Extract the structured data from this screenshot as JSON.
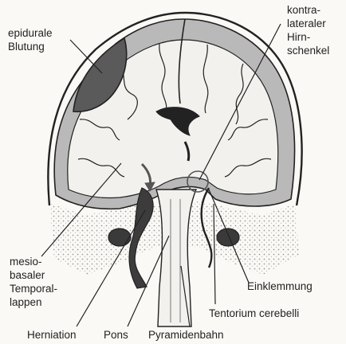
{
  "labels": {
    "epidural": "epidurale\nBlutung",
    "kontra": "kontra-\nlateraler\nHirn-\nschenkel",
    "mesio": "mesio-\nbasaler\nTemporal-\nlappen",
    "herniation": "Herniation",
    "pons": "Pons",
    "pyramidenbahn": "Pyramidenbahn",
    "tentorium": "Tentorium cerebelli",
    "einklemmung": "Einklemmung"
  },
  "colors": {
    "hematoma": "#5a5a5a",
    "cortex": "#b9b9b9",
    "white_matter": "#f2f1ee",
    "outline": "#222222",
    "background": "#fbf9f6"
  },
  "icons": {
    "arrow": "herniation-arrow-icon",
    "circle": "hirnschenkel-highlight-circle"
  }
}
